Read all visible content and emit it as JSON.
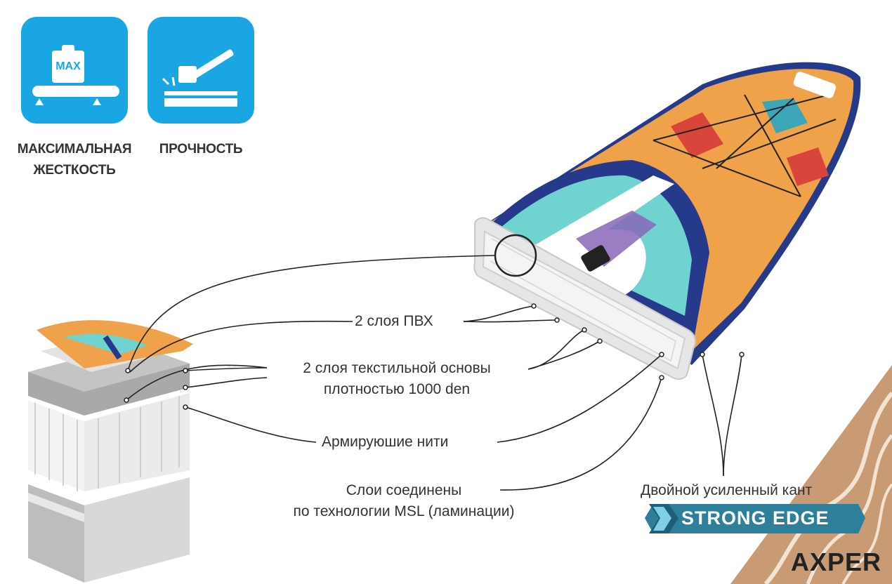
{
  "features": [
    {
      "icon": "weight-on-board-icon",
      "icon_text": "MAX",
      "label_line1": "МАКСИМАЛЬНАЯ",
      "label_line2": "ЖЕСТКОСТЬ"
    },
    {
      "icon": "hammer-icon",
      "label_line1": "ПРОЧНОСТЬ"
    }
  ],
  "layers": {
    "pvc": "2 слоя ПВХ",
    "textile_line1": "2 слоя текстильной основы",
    "textile_line2": "плотностью 1000 den",
    "threads": "Армируюшие нити",
    "msl_line1": "Слои соединены",
    "msl_line2": "по технологии MSL (ламинации)",
    "edge": "Двойной усиленный кант"
  },
  "badge": {
    "text": "STRONG EDGE",
    "color": "#2e7f9a"
  },
  "board_logo": "AXPER",
  "brand": "AXPER",
  "colors": {
    "accent": "#1aa6e3",
    "board_orange": "#f0a24a",
    "board_navy": "#253a8a",
    "board_teal": "#6fd3cf"
  }
}
